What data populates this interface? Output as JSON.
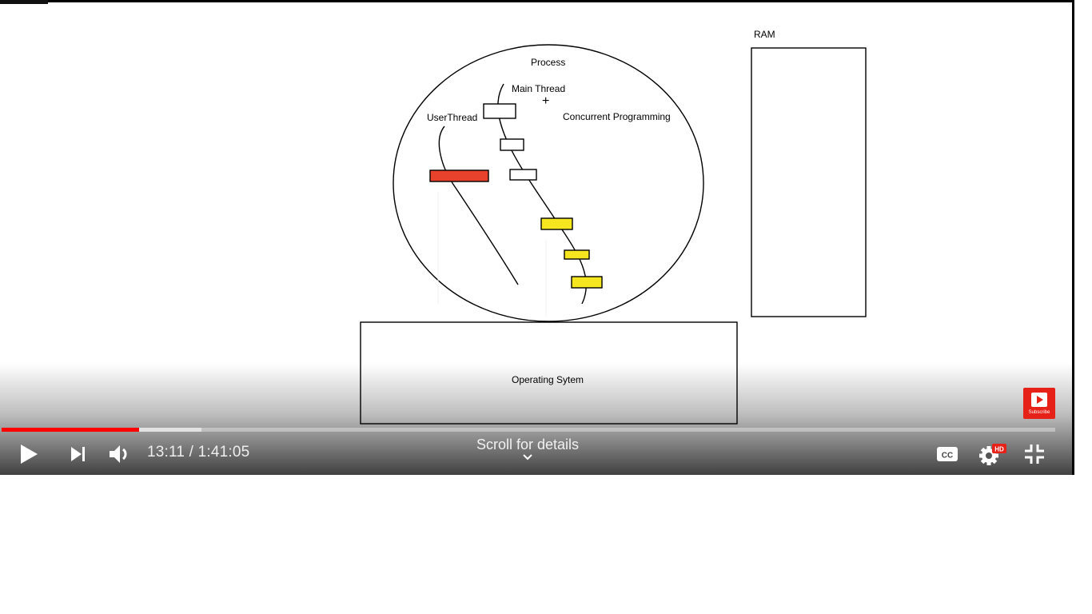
{
  "diagram": {
    "process_label": "Process",
    "main_thread_label": "Main Thread",
    "plus_sign": "+",
    "user_thread_label": "UserThread",
    "concurrent_label": "Concurrent Programming",
    "ram_label": "RAM",
    "os_label": "Operating Sytem",
    "colors": {
      "red_block": "#e8412c",
      "yellow_block": "#f6e61f",
      "stroke": "#000000"
    }
  },
  "player": {
    "progress": {
      "played_fraction": 0.1304,
      "loaded_fraction": 0.19,
      "played_color": "#ff0000"
    },
    "time": {
      "current": "13:11",
      "separator": " / ",
      "duration": "1:41:05"
    },
    "scroll_hint": "Scroll for details",
    "subscribe_label": "Subscribe",
    "settings_badge": "HD",
    "cc_label": "CC",
    "icons": {
      "play": "play-icon",
      "next": "next-icon",
      "volume": "volume-icon",
      "chevron": "chevron-down-icon",
      "cc": "closed-captions-icon",
      "settings": "gear-icon",
      "fullscreen_exit": "fullscreen-exit-icon",
      "subscribe": "subscribe-icon"
    }
  }
}
